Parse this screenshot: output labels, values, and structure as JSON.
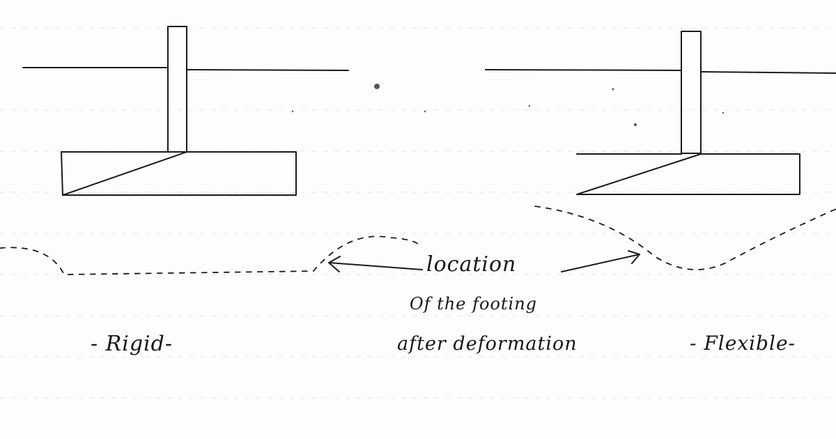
{
  "labels": {
    "rigid": "- Rigid-",
    "flexible": "- Flexible-",
    "annotation_line1": "location",
    "annotation_line2": "Of the footing",
    "annotation_line3": "after deformation"
  },
  "colors": {
    "ink": "#1a1a1a",
    "paper": "#fdfdfc",
    "ruled_line": "#e4e4e4"
  }
}
